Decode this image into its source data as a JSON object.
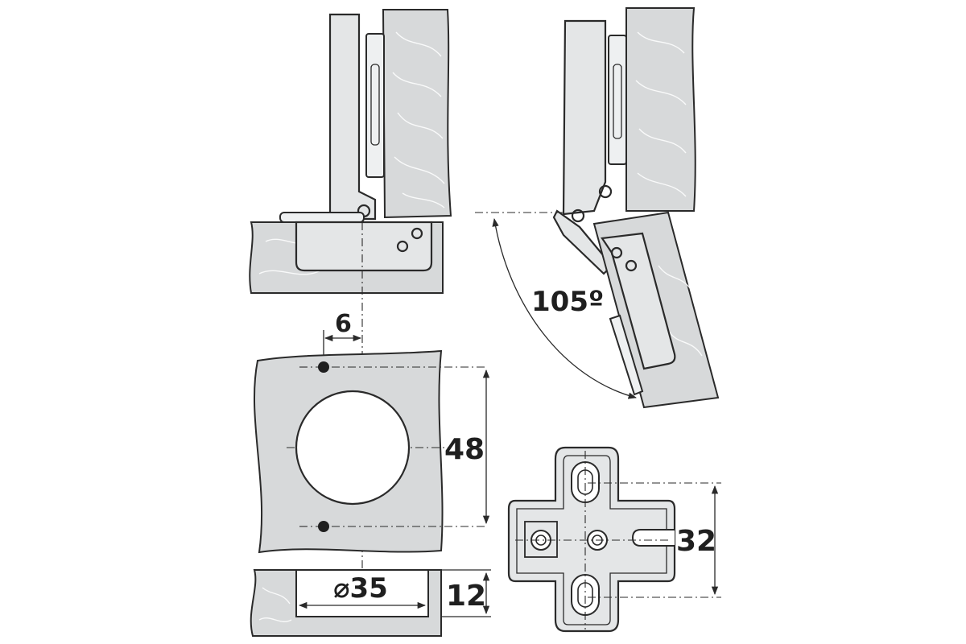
{
  "labels": {
    "angle": "105º",
    "offset": "6",
    "hole_spacing": "48",
    "cup_diameter": "⌀35",
    "cup_depth": "12",
    "plate_spacing": "32"
  },
  "colors": {
    "ink": "#2a2a2a",
    "wood": "#d7d9da",
    "metal": "#e4e6e7",
    "background": "#ffffff"
  }
}
